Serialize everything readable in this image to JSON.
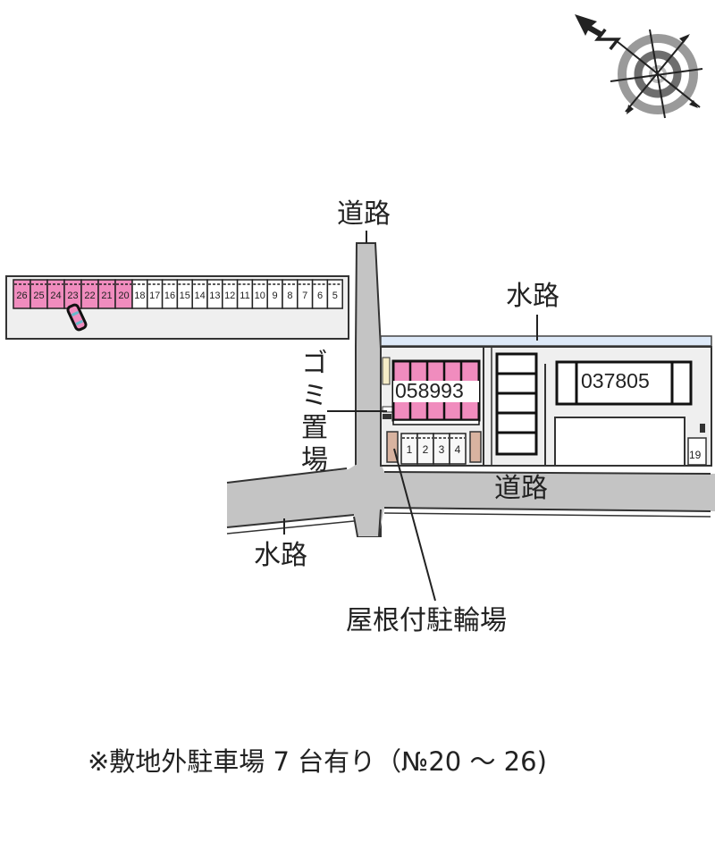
{
  "map": {
    "roads": [
      {
        "id": "road-north",
        "label": "道路"
      },
      {
        "id": "road-south",
        "label": "道路"
      }
    ],
    "waterways": [
      {
        "id": "waterway-north",
        "label": "水路"
      },
      {
        "id": "waterway-south",
        "label": "水路"
      }
    ],
    "garbage_area": {
      "label": "ゴミ置場",
      "chars": [
        "ゴ",
        "ミ",
        "置",
        "場"
      ]
    },
    "bicycle_parking": {
      "label": "屋根付駐輪場"
    },
    "buildings": [
      {
        "id": "building-058993",
        "label": "058993",
        "highlighted": true
      },
      {
        "id": "building-037805",
        "label": "037805",
        "highlighted": false
      }
    ],
    "offsite_parking": {
      "highlighted": [
        "26",
        "25",
        "24",
        "23",
        "22",
        "21",
        "20"
      ],
      "others": [
        "18",
        "17",
        "16",
        "15",
        "14",
        "13",
        "12",
        "11",
        "10",
        "9",
        "8",
        "7",
        "6",
        "5"
      ]
    },
    "onsite_parking": [
      "1",
      "2",
      "3",
      "4"
    ],
    "extra_parking": [
      "19"
    ],
    "note": "※敷地外駐車場 7 台有り（№20 ～ 26)",
    "compass": {
      "direction_label": "N"
    },
    "colors": {
      "highlight": "#f08cbe",
      "road": "#c4c4c4",
      "water": "#dde9f8",
      "lot": "#efefef",
      "bike": "#d8b3a0",
      "line": "#222222"
    }
  }
}
